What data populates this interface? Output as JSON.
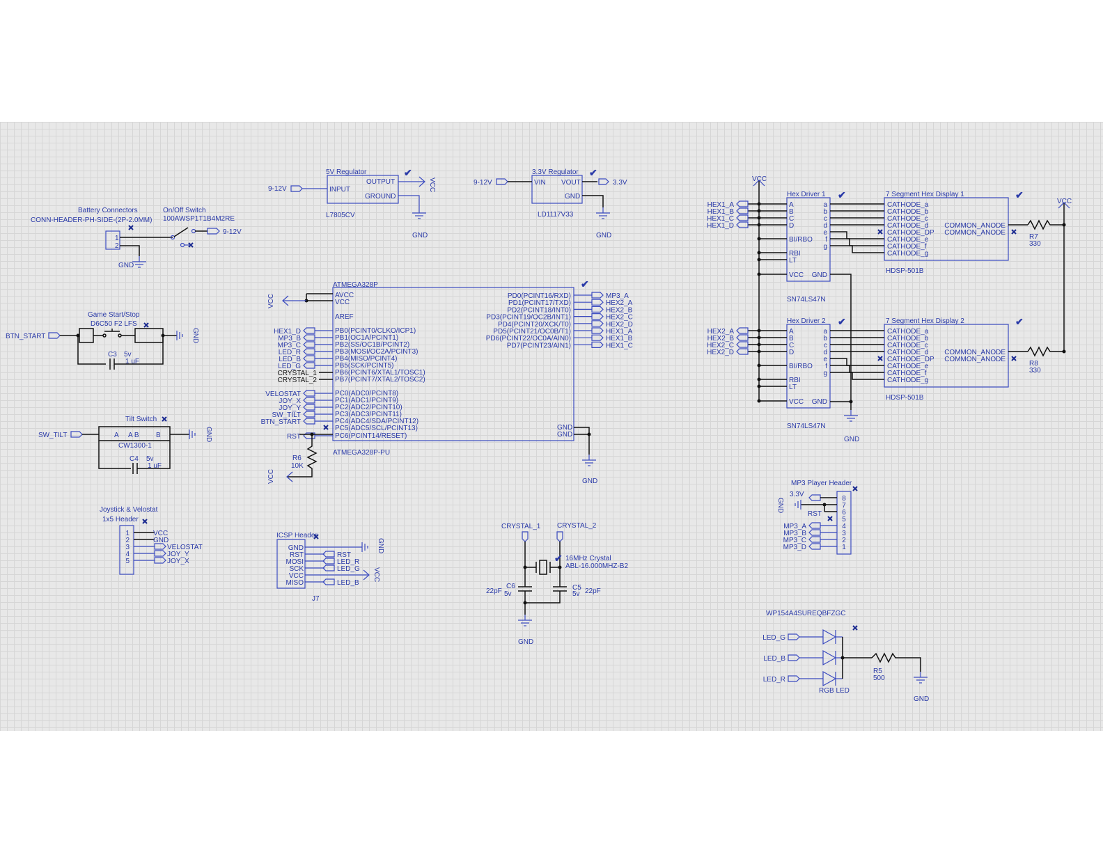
{
  "battery": {
    "title": "Battery Connectors",
    "part": "CONN-HEADER-PH-SIDE-(2P-2.0MM)",
    "p1": "1",
    "p2": "2",
    "gnd": "GND"
  },
  "onoff": {
    "title": "On/Off Switch",
    "part": "100AWSP1T1B4M2RE",
    "net": "9-12V"
  },
  "reg5": {
    "title": "5V Regulator",
    "in": "INPUT",
    "out": "OUTPUT",
    "gnd": "GROUND",
    "part": "L7805CV",
    "net_in": "9-12V",
    "net_out": "VCC",
    "gnd_label": "GND"
  },
  "reg33": {
    "title": "3.3V Regulator",
    "in": "VIN",
    "out": "VOUT",
    "gnd": "GND",
    "part": "LD1117V33",
    "net_in": "9-12V",
    "net_out": "3.3V",
    "gnd_label": "GND"
  },
  "game": {
    "title": "Game Start/Stop",
    "part": "D6C50 F2 LFS",
    "net": "BTN_START",
    "cap": "C3",
    "cap_v": "5v",
    "cap_val": "1 uF",
    "gnd": "GND"
  },
  "tilt": {
    "title": "Tilt Switch",
    "part": "CW1300-1",
    "net": "SW_TILT",
    "pin_a": "A",
    "pin_ab": "A B",
    "pin_b": "B",
    "cap": "C4",
    "cap_v": "5v",
    "cap_val": "1 uF",
    "gnd": "GND"
  },
  "joy": {
    "title": "Joystick & Velostat",
    "sub": "1x5 Header",
    "pins": [
      "1",
      "2",
      "3",
      "4",
      "5"
    ],
    "nets": [
      "VCC",
      "GND",
      "VELOSTAT",
      "JOY_Y",
      "JOY_X"
    ]
  },
  "mcu": {
    "title": "ATMEGA328P",
    "part": "ATMEGA328P-PU",
    "left_pins": [
      "AVCC",
      "VCC",
      "AREF",
      "PB0(PCINT0/CLKO/ICP1)",
      "PB1(OC1A/PCINT1)",
      "PB2(SS/OC1B/PCINT2)",
      "PB3(MOSI/OC2A/PCINT3)",
      "PB4(MISO/PCINT4)",
      "PB5(SCK/PCINT5)",
      "PB6(PCINT6/XTAL1/TOSC1)",
      "PB7(PCINT7/XTAL2/TOSC2)",
      "PC0(ADC0/PCINT8)",
      "PC1(ADC1/PCINT9)",
      "PC2(ADC2/PCINT10)",
      "PC3(ADC3/PCINT11)",
      "PC4(ADC4/SDA/PCINT12)",
      "PC5(ADC5/SCL/PCINT13)",
      "PC6(PCINT14/RESET)"
    ],
    "left_nets": [
      "HEX1_D",
      "MP3_B",
      "MP3_C",
      "LED_R",
      "LED_B",
      "LED_G",
      "CRYSTAL_1",
      "CRYSTAL_2",
      "VELOSTAT",
      "JOY_X",
      "JOY_Y",
      "SW_TILT",
      "BTN_START",
      "RST"
    ],
    "right_pins": [
      "PD0(PCINT16/RXD)",
      "PD1(PCINT17/TXD)",
      "PD2(PCINT18/INT0)",
      "PD3(PCINT19/OC2B/INT1)",
      "PD4(PCINT20/XCK/T0)",
      "PD5(PCINT21/OC0B/T1)",
      "PD6(PCINT22/OC0A/AIN0)",
      "PD7(PCINT23/AIN1)"
    ],
    "right_nets": [
      "MP3_A",
      "HEX2_A",
      "HEX2_B",
      "HEX2_C",
      "HEX2_D",
      "HEX1_A",
      "HEX1_B",
      "HEX1_C"
    ],
    "gnd_pin": "GND",
    "vcc": "VCC",
    "gnd_label": "GND",
    "r6": "R6",
    "r6_val": "10K",
    "vcc2": "VCC"
  },
  "icsp": {
    "title": "ICSP Header",
    "pins": [
      "GND",
      "RST",
      "MOSI",
      "SCK",
      "VCC",
      "MISO"
    ],
    "nets": [
      "RST",
      "LED_R",
      "LED_G",
      "LED_B"
    ],
    "part": "J7",
    "gnd": "GND",
    "vcc": "VCC"
  },
  "crystal": {
    "net1": "CRYSTAL_1",
    "net2": "CRYSTAL_2",
    "title": "16MHz Crystal",
    "part": "ABL-16.000MHZ-B2",
    "c6": "C6",
    "c6_v": "5v",
    "c6_val": "22pF",
    "c5": "C5",
    "c5_v": "5v",
    "c5_val": "22pF",
    "gnd": "GND"
  },
  "hex1": {
    "driver": "Hex Driver 1",
    "driver_part": "SN74LS47N",
    "disp": "7 Segment Hex Display 1",
    "disp_part": "HDSP-501B",
    "nets": [
      "HEX1_A",
      "HEX1_B",
      "HEX1_C",
      "HEX1_D"
    ],
    "r": "R7",
    "r_val": "330"
  },
  "hex2": {
    "driver": "Hex Driver 2",
    "driver_part": "SN74LS47N",
    "disp": "7 Segment Hex Display 2",
    "disp_part": "HDSP-501B",
    "nets": [
      "HEX2_A",
      "HEX2_B",
      "HEX2_C",
      "HEX2_D"
    ],
    "r": "R8",
    "r_val": "330"
  },
  "driver_pins": {
    "in": [
      "A",
      "B",
      "C",
      "D"
    ],
    "ctrl": [
      "BI/RBO",
      "RBI",
      "LT"
    ],
    "vcc": "VCC",
    "gnd": "GND",
    "out": [
      "a",
      "b",
      "c",
      "d",
      "e",
      "f",
      "g"
    ]
  },
  "disp_pins": {
    "cath": [
      "CATHODE_a",
      "CATHODE_b",
      "CATHODE_c",
      "CATHODE_d",
      "CATHODE_DP",
      "CATHODE_e",
      "CATHODE_f",
      "CATHODE_g"
    ],
    "anode": "COMMON_ANODE"
  },
  "hex_common": {
    "vcc1": "VCC",
    "vcc2": "VCC",
    "gnd": "GND"
  },
  "mp3": {
    "title": "MP3 Player Header",
    "pins": [
      "8",
      "7",
      "6",
      "5",
      "4",
      "3",
      "2",
      "1"
    ],
    "nets": [
      "3.3V",
      "RST",
      "MP3_A",
      "MP3_B",
      "MP3_C",
      "MP3_D"
    ],
    "gnd": "GND"
  },
  "led": {
    "part": "WP154A4SUREQBFZGC",
    "nets": [
      "LED_G",
      "LED_B",
      "LED_R"
    ],
    "name": "RGB LED",
    "r": "R5",
    "r_val": "500",
    "gnd": "GND"
  }
}
